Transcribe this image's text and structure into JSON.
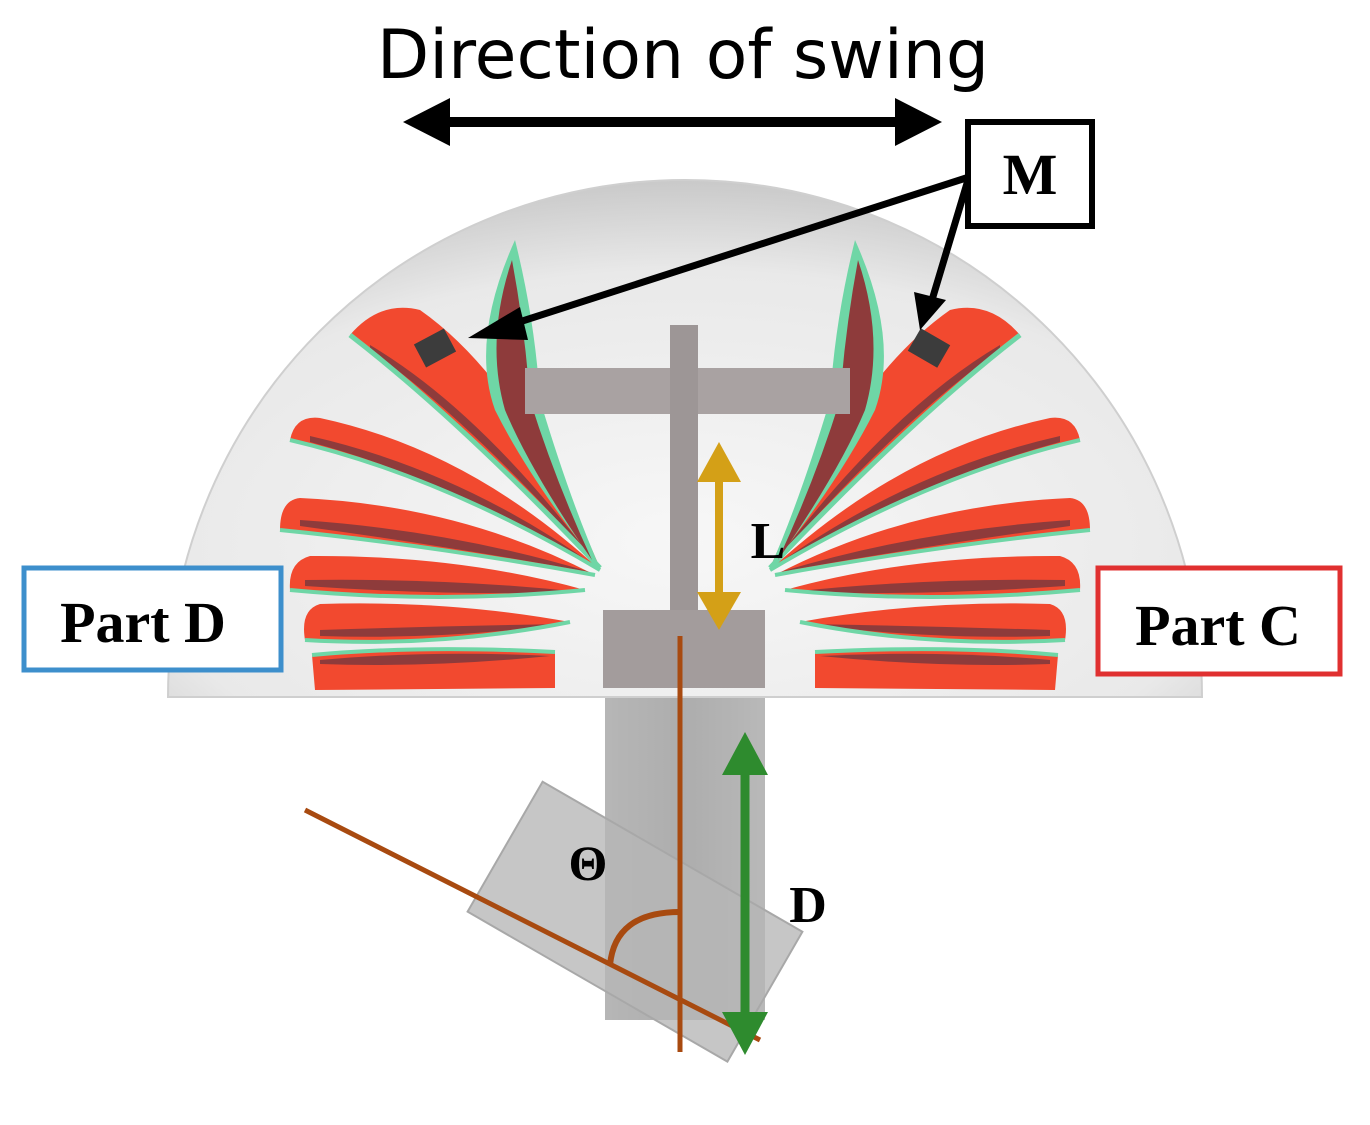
{
  "title": "Direction of swing",
  "labels": {
    "magnet": "M",
    "part_left": "Part D",
    "part_right": "Part C",
    "length": "L",
    "depth": "D",
    "angle": "Θ"
  },
  "colors": {
    "fin_red": "#f2492f",
    "fin_green": "#6fd6a6",
    "fin_dark": "#8e3b3b",
    "dome": "#e6e6e6",
    "frame": "#a9a2a2",
    "rod": "#b8b8b8",
    "angle_line": "#a84a10",
    "length_arrow": "#d4a017",
    "depth_arrow": "#2e8b2e",
    "part_left_border": "#3d8fcc",
    "part_right_border": "#e03030",
    "arrow": "#000000"
  }
}
